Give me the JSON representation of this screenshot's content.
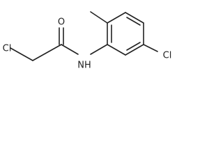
{
  "molecule": {
    "atom_labels": {
      "cl_left": "Cl",
      "oxygen": "O",
      "nitrogen_h": "NH",
      "cl_right": "Cl"
    },
    "colors": {
      "bond": "#222222",
      "text": "#222222",
      "background": "#ffffff"
    }
  }
}
